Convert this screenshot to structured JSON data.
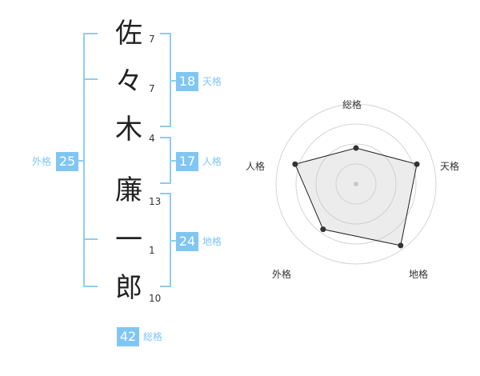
{
  "name": {
    "chars": [
      "佐",
      "々",
      "木",
      "廉",
      "一",
      "郎"
    ],
    "strokes": [
      "7",
      "7",
      "4",
      "13",
      "1",
      "10"
    ]
  },
  "scores": {
    "tenkaku": {
      "value": "18",
      "label": "天格"
    },
    "jinkaku": {
      "value": "17",
      "label": "人格"
    },
    "chikaku": {
      "value": "24",
      "label": "地格"
    },
    "gaikaku": {
      "value": "25",
      "label": "外格"
    },
    "soukaku": {
      "value": "42",
      "label": "総格"
    }
  },
  "colors": {
    "accent": "#7fc6f5",
    "bracket": "#8fcdf3"
  },
  "chart_data": {
    "type": "radar",
    "axes": [
      "総格",
      "天格",
      "地格",
      "外格",
      "人格"
    ],
    "values": [
      0.45,
      0.8,
      0.95,
      0.7,
      0.8
    ],
    "range": [
      0,
      1
    ],
    "rings": 4
  }
}
